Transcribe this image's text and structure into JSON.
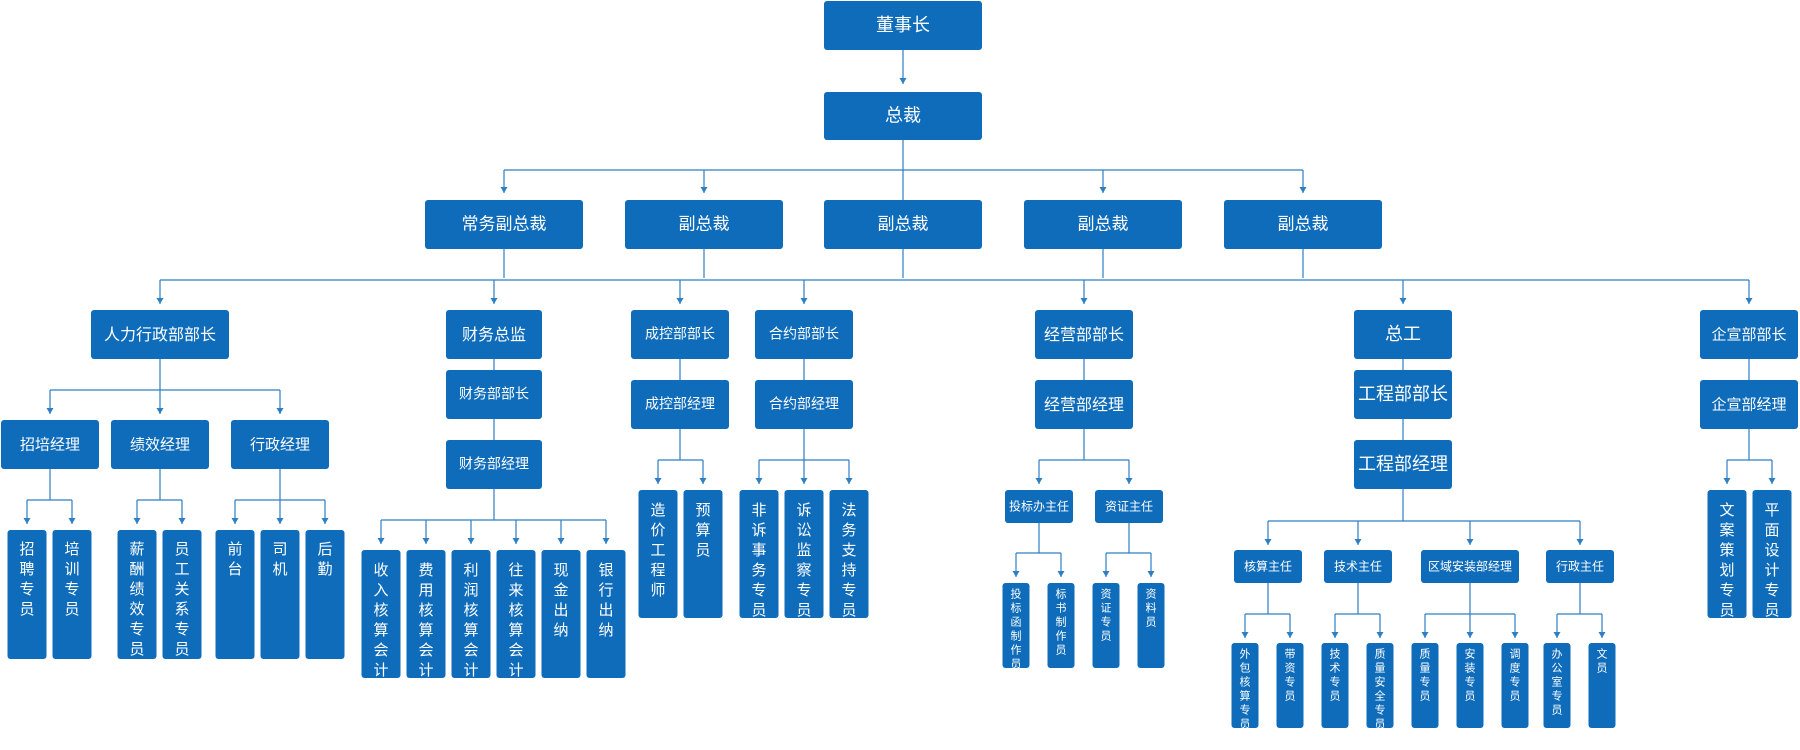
{
  "colors": {
    "box": "#0f6cba",
    "line": "#2e7fc4",
    "text": "#ffffff"
  },
  "org": {
    "chairman": "董事长",
    "president": "总裁",
    "vice_presidents": [
      "常务副总裁",
      "副总裁",
      "副总裁",
      "副总裁",
      "副总裁"
    ],
    "hr": {
      "head": "人力行政部部长",
      "managers": [
        "招培经理",
        "绩效经理",
        "行政经理"
      ],
      "staff": [
        [
          "招聘专员",
          "培训专员"
        ],
        [
          "薪酬绩效专员",
          "员工关系专员"
        ],
        [
          "前台",
          "司机",
          "后勤"
        ]
      ]
    },
    "finance": {
      "chain": [
        "财务总监",
        "财务部部长",
        "财务部经理"
      ],
      "staff": [
        "收入核算会计",
        "费用核算会计",
        "利润核算会计",
        "往来核算会计",
        "现金出纳",
        "银行出纳"
      ]
    },
    "cost": {
      "chain": [
        "成控部部长",
        "成控部经理"
      ],
      "staff": [
        "造价工程师",
        "预算员"
      ]
    },
    "contract": {
      "chain": [
        "合约部部长",
        "合约部经理"
      ],
      "staff": [
        "非诉事务专员",
        "诉讼监察专员",
        "法务支持专员"
      ]
    },
    "business": {
      "chain": [
        "经营部部长",
        "经营部经理"
      ],
      "supervisors": [
        "投标办主任",
        "资证主任"
      ],
      "staff": [
        [
          "投标函制作员",
          "标书制作员"
        ],
        [
          "资证专员",
          "资料员"
        ]
      ]
    },
    "engineering": {
      "chain": [
        "总工",
        "工程部部长",
        "工程部经理"
      ],
      "supervisors": [
        "核算主任",
        "技术主任",
        "区域安装部经理",
        "行政主任"
      ],
      "staff": [
        [
          "外包核算专员",
          "带资专员"
        ],
        [
          "技术专员",
          "质量安全专员"
        ],
        [
          "质量专员",
          "安装专员",
          "调度专员"
        ],
        [
          "办公室专员",
          "文员"
        ]
      ]
    },
    "publicity": {
      "chain": [
        "企宣部部长",
        "企宣部经理"
      ],
      "staff": [
        "文案策划专员",
        "平面设计专员"
      ]
    }
  }
}
